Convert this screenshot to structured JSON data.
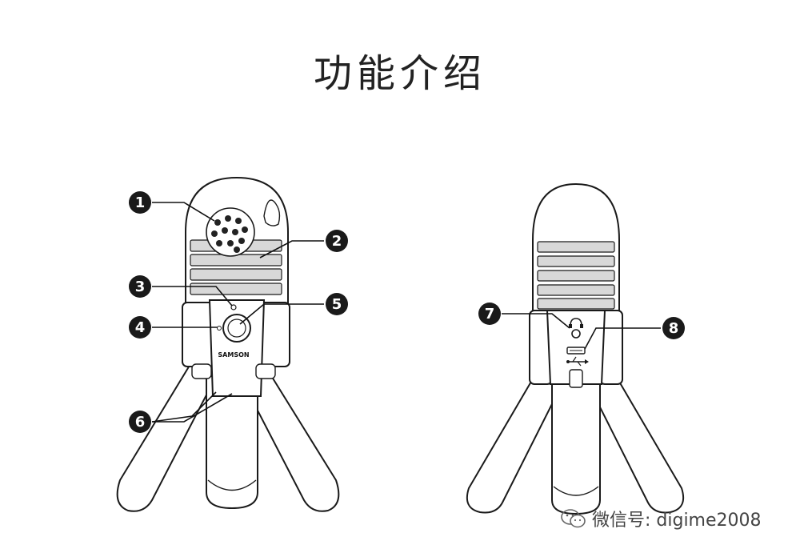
{
  "title": "功能介绍",
  "callouts": [
    "1",
    "2",
    "3",
    "4",
    "5",
    "6",
    "7",
    "8"
  ],
  "brand_label": "SAMSON",
  "watermark": "微信号: digime2008",
  "icons": [
    "headphone-jack-icon",
    "mini-usb-port-icon",
    "usb-symbol-icon",
    "wechat-icon"
  ]
}
